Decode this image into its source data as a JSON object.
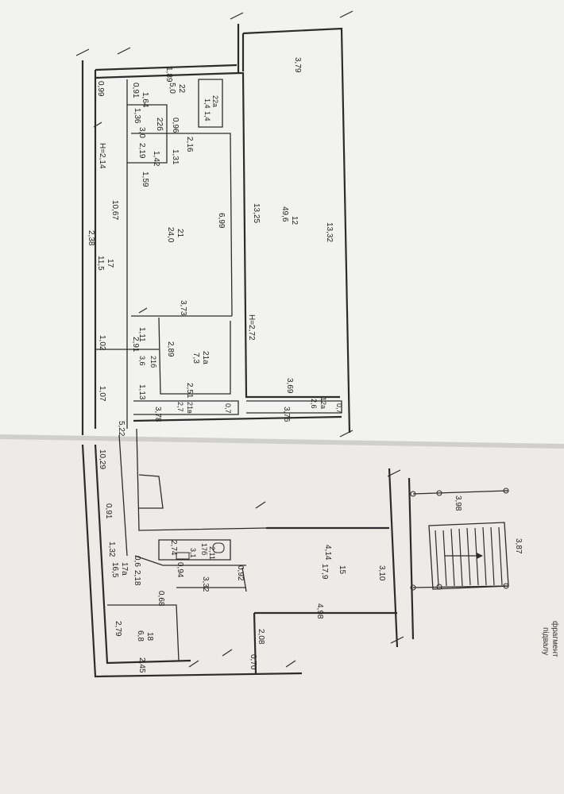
{
  "plan": {
    "labels": {
      "d_379": "3,79",
      "d_189": "1,89",
      "d_099": "0,99",
      "d_091": "0,91",
      "d_164": "1,64",
      "r22_num": "22",
      "r22_area": "5,0",
      "r22a_num": "22а",
      "r22a_area": "1,4",
      "d_14": "1,4",
      "d_136": "1,36",
      "r22b_num": "22б",
      "r22b_area": "3,0",
      "d_219": "2,19",
      "d_142": "1,42",
      "d_096": "0,96",
      "d_216": "2,16",
      "d_131": "1,31",
      "d_159": "1,59",
      "h_214": "H=2,14",
      "d_1067": "10,67",
      "r17_num": "17",
      "r17_area": "11,5",
      "d_238": "2,38",
      "d_699": "6,99",
      "r21_num": "21",
      "r21_area": "24,0",
      "d_1325": "13,25",
      "r12_num": "12",
      "r12_area": "49,6",
      "d_1332": "13,32",
      "d_373": "3,73",
      "d_111": "1,11",
      "d_102": "1,02",
      "d_291": "2,91",
      "r21b_num": "21б",
      "r21b_area": "3,6",
      "d_289": "2,89",
      "r21a_num": "21а",
      "r21a_area": "7,3",
      "h_272": "H=2,72",
      "d_369": "3,69",
      "d_251": "2,51",
      "d_107": "1,07",
      "d_113": "1,13",
      "d_378": "3,78",
      "r21v_num": "21в",
      "r21v_area": "2,7",
      "d_07a": "0,7",
      "d_376": "3,76",
      "r12a_num": "12а",
      "r12a_area": "2,6",
      "d_07b": "0,7",
      "d_522": "5,22",
      "d_1029": "10,29",
      "d_091b": "0,91",
      "d_398": "3,98",
      "d_387": "3,87",
      "d_132": "1,32",
      "d_274": "2,74",
      "r17b_num": "17б",
      "r17b_area": "2,11",
      "d_31": "3,1",
      "d_06": "0,6",
      "d_094": "0,94",
      "d_218": "2,18",
      "r17a_num": "17а",
      "r17a_area": "16,5",
      "d_332": "3,32",
      "d_092": "0,92",
      "d_414": "4,14",
      "r15_num": "15",
      "r15_area": "17,9",
      "d_310": "3,10",
      "d_068": "0,68",
      "d_498": "4,98",
      "d_279": "2,79",
      "r18_num": "18",
      "r18_area": "6,8",
      "d_208": "2,08",
      "d_245": "2,45",
      "d_070": "0,70"
    },
    "caption": [
      "фрагмент",
      "підвалу"
    ]
  }
}
